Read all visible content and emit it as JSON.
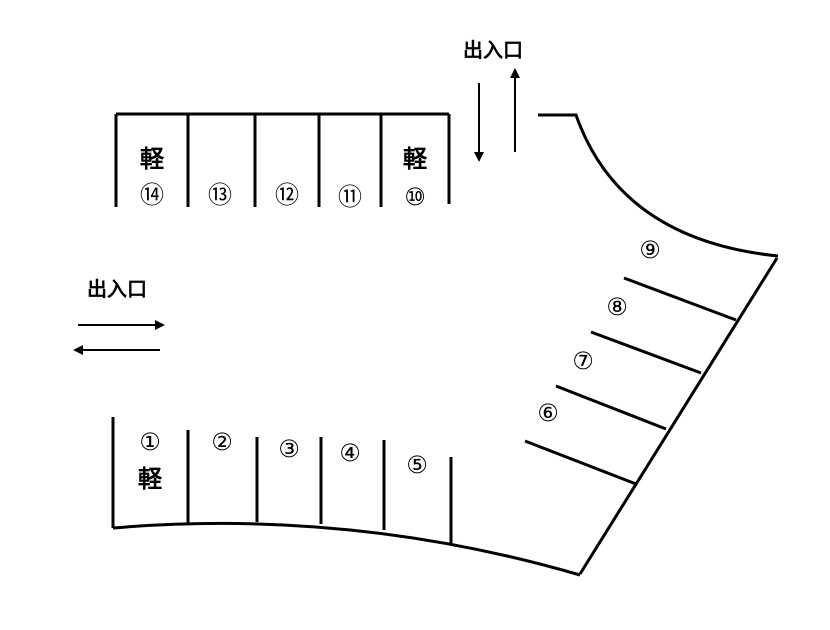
{
  "entrances": {
    "top_label": "出入口",
    "left_label": "出入口"
  },
  "kei_label": "軽",
  "spaces": [
    "①",
    "②",
    "③",
    "④",
    "⑤",
    "⑥",
    "⑦",
    "⑧",
    "⑨",
    "⑩",
    "⑪",
    "⑫",
    "⑬",
    "⑭"
  ],
  "kei_spaces": [
    "⑩",
    "⑭",
    "①"
  ]
}
